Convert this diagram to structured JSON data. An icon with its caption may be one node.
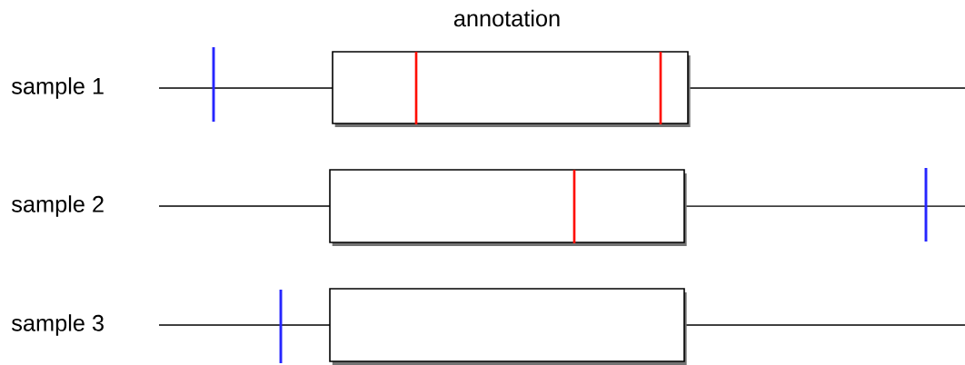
{
  "diagram": {
    "title": "annotation",
    "nodes": [
      {
        "text": [],
        "shape": "box"
      },
      {
        "text": [],
        "shape": "box"
      },
      {
        "text": [],
        "shape": "box"
      }
    ],
    "labels": [
      "sample 1",
      "sample 2",
      "sample 3"
    ]
  }
}
